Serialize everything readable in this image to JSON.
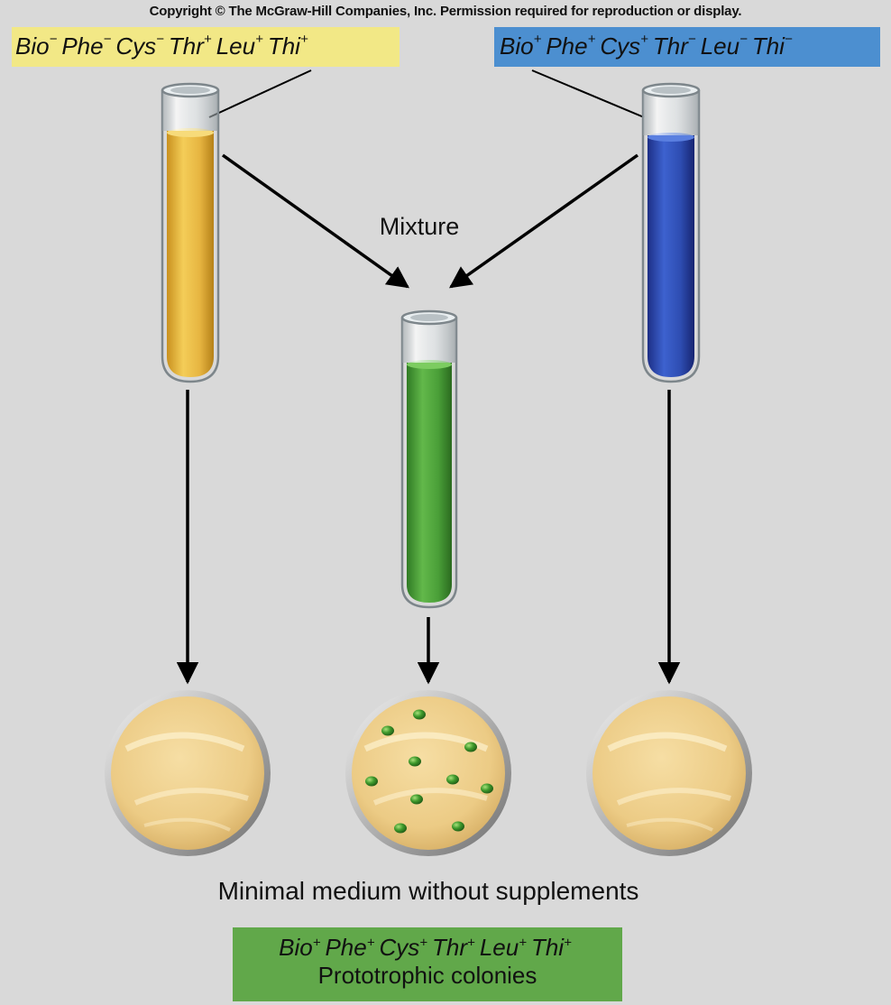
{
  "copyright": "Copyright © The McGraw-Hill Companies, Inc. Permission required for reproduction or display.",
  "strains": {
    "left": {
      "genes": [
        {
          "name": "Bio",
          "sign": "−"
        },
        {
          "name": "Phe",
          "sign": "−"
        },
        {
          "name": "Cys",
          "sign": "−"
        },
        {
          "name": "Thr",
          "sign": "+"
        },
        {
          "name": "Leu",
          "sign": "+"
        },
        {
          "name": "Thi",
          "sign": "+"
        }
      ],
      "box_color": "#f2e886",
      "tube_color": "#e8b640"
    },
    "right": {
      "genes": [
        {
          "name": "Bio",
          "sign": "+"
        },
        {
          "name": "Phe",
          "sign": "+"
        },
        {
          "name": "Cys",
          "sign": "+"
        },
        {
          "name": "Thr",
          "sign": "−"
        },
        {
          "name": "Leu",
          "sign": "−"
        },
        {
          "name": "Thi",
          "sign": "−"
        }
      ],
      "box_color": "#4c8fd0",
      "tube_color": "#2f4fb0"
    }
  },
  "mixture": {
    "label": "Mixture",
    "tube_color": "#4aa038"
  },
  "plates": {
    "left": {
      "colonies": 0
    },
    "middle": {
      "colonies": 10
    },
    "right": {
      "colonies": 0
    }
  },
  "medium_label": "Minimal medium without supplements",
  "result": {
    "genes": [
      {
        "name": "Bio",
        "sign": "+"
      },
      {
        "name": "Phe",
        "sign": "+"
      },
      {
        "name": "Cys",
        "sign": "+"
      },
      {
        "name": "Thr",
        "sign": "+"
      },
      {
        "name": "Leu",
        "sign": "+"
      },
      {
        "name": "Thi",
        "sign": "+"
      }
    ],
    "description": "Prototrophic colonies",
    "box_color": "#61a84a"
  }
}
